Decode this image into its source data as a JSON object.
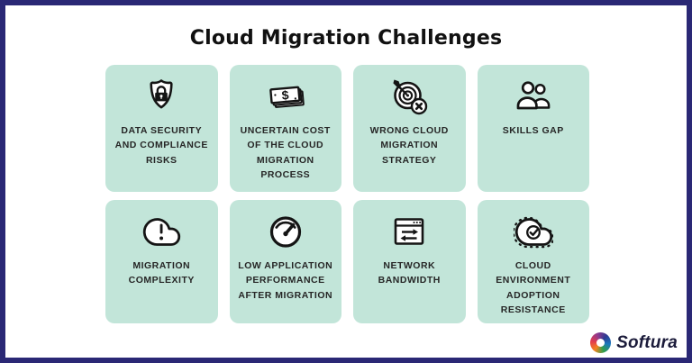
{
  "title": "Cloud Migration Challenges",
  "colors": {
    "frame_border": "#2a2875",
    "card_background": "#c2e5d9",
    "label_text": "#262626"
  },
  "cards": [
    {
      "icon": "shield-lock-icon",
      "label": "DATA SECURITY\nAND COMPLIANCE\nRISKS"
    },
    {
      "icon": "money-stack-icon",
      "label": "UNCERTAIN COST\nOF THE CLOUD\nMIGRATION\nPROCESS"
    },
    {
      "icon": "target-miss-icon",
      "label": "WRONG CLOUD\nMIGRATION\nSTRATEGY"
    },
    {
      "icon": "people-icon",
      "label": "SKILLS GAP"
    },
    {
      "icon": "cloud-alert-icon",
      "label": "MIGRATION\nCOMPLEXITY"
    },
    {
      "icon": "speedometer-icon",
      "label": "LOW APPLICATION\nPERFORMANCE\nAFTER MIGRATION"
    },
    {
      "icon": "network-window-icon",
      "label": "NETWORK\nBANDWIDTH"
    },
    {
      "icon": "cloud-check-icon",
      "label": "CLOUD\nENVIRONMENT\nADOPTION\nRESISTANCE"
    }
  ],
  "logo": {
    "text": "Softura",
    "icon": "softura-ring-icon",
    "ring_colors": [
      "#f5821f",
      "#e23b4e",
      "#8d3a8f",
      "#2d3a92",
      "#1878bc",
      "#2f9e49"
    ]
  }
}
